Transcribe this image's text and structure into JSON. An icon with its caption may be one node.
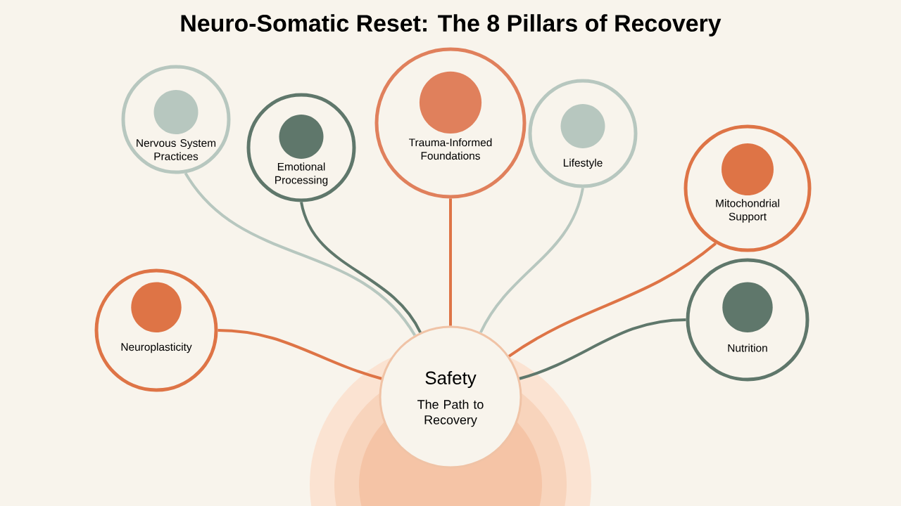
{
  "diagram": {
    "title": "Neuro-Somatic Reset: The 8 Pillars of Recovery",
    "nodes": [
      {
        "text": [
          "Nervous System Practices"
        ]
      },
      {
        "text": [
          "Emotional Processing"
        ]
      },
      {
        "text": [
          "Trauma-Informed Foundations"
        ]
      },
      {
        "text": [
          "Lifestyle"
        ]
      },
      {
        "text": [
          "Mitochondrial Support"
        ]
      },
      {
        "text": [
          "Neuroplasticity"
        ]
      },
      {
        "text": [
          "Nutrition"
        ]
      },
      {
        "text": [
          "Safety",
          "The Path to Recovery"
        ]
      }
    ],
    "edges": [
      {
        "from": 0,
        "to": 7,
        "arrow": "none",
        "color": "#b7c7bf"
      },
      {
        "from": 1,
        "to": 7,
        "arrow": "none",
        "color": "#5f776b"
      },
      {
        "from": 2,
        "to": 7,
        "arrow": "none"
      },
      {
        "from": 3,
        "to": 7,
        "arrow": "none",
        "color": "#b7c7bf"
      },
      {
        "from": 4,
        "to": 7,
        "arrow": "none"
      },
      {
        "from": 5,
        "to": 7,
        "arrow": "none"
      },
      {
        "from": 6,
        "to": 7,
        "arrow": "none",
        "color": "#5f776b"
      }
    ]
  }
}
